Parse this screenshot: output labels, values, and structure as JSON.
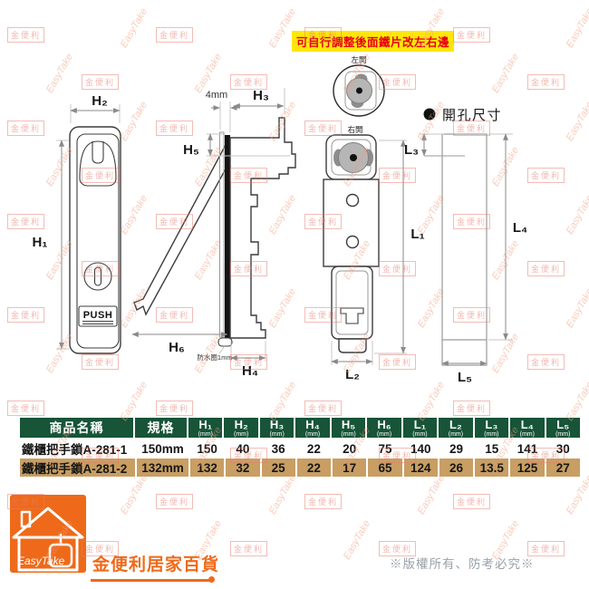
{
  "notice": "可自行調整後面鐵片改左右邊",
  "diagram": {
    "push_label": "PUSH",
    "front": {
      "h1": "H₁",
      "h2": "H₂"
    },
    "side": {
      "gap": "4mm",
      "h3": "H₃",
      "h4": "H₄",
      "h5": "H₅",
      "h6": "H₆",
      "seal": "防水圈1mm"
    },
    "rear": {
      "left_open": "左開",
      "right_open": "右開",
      "l1": "L₁",
      "l2": "L₂"
    },
    "cutout": {
      "title": "開孔尺寸",
      "l3": "L₃",
      "l4": "L₄",
      "l5": "L₅"
    }
  },
  "table": {
    "name_header": "商品名稱",
    "spec_header": "規格",
    "unit": "(mm)",
    "columns": [
      "H₁",
      "H₂",
      "H₃",
      "H₄",
      "H₅",
      "H₆",
      "L₁",
      "L₂",
      "L₃",
      "L₄",
      "L₅"
    ],
    "rows": [
      {
        "name": "鐵櫃把手鎖A-281-1",
        "spec": "150mm",
        "values": [
          "150",
          "40",
          "36",
          "22",
          "20",
          "75",
          "140",
          "29",
          "15",
          "141",
          "30"
        ]
      },
      {
        "name": "鐵櫃把手鎖A-281-2",
        "spec": "132mm",
        "values": [
          "132",
          "32",
          "25",
          "22",
          "17",
          "65",
          "124",
          "26",
          "13.5",
          "125",
          "27"
        ]
      }
    ]
  },
  "footer": {
    "logo_text": "EasyTake",
    "brand": "金便利居家百貨",
    "copyright": "※版權所有、防考必究※"
  },
  "watermark": {
    "text": "EasyTake",
    "stamp": "金便利"
  },
  "colors": {
    "header_green": "#175438",
    "row_tan": "#c89e63",
    "brand_orange": "#ee6a1a",
    "notice_red": "#e60012",
    "notice_yellow": "#ffe60a"
  }
}
